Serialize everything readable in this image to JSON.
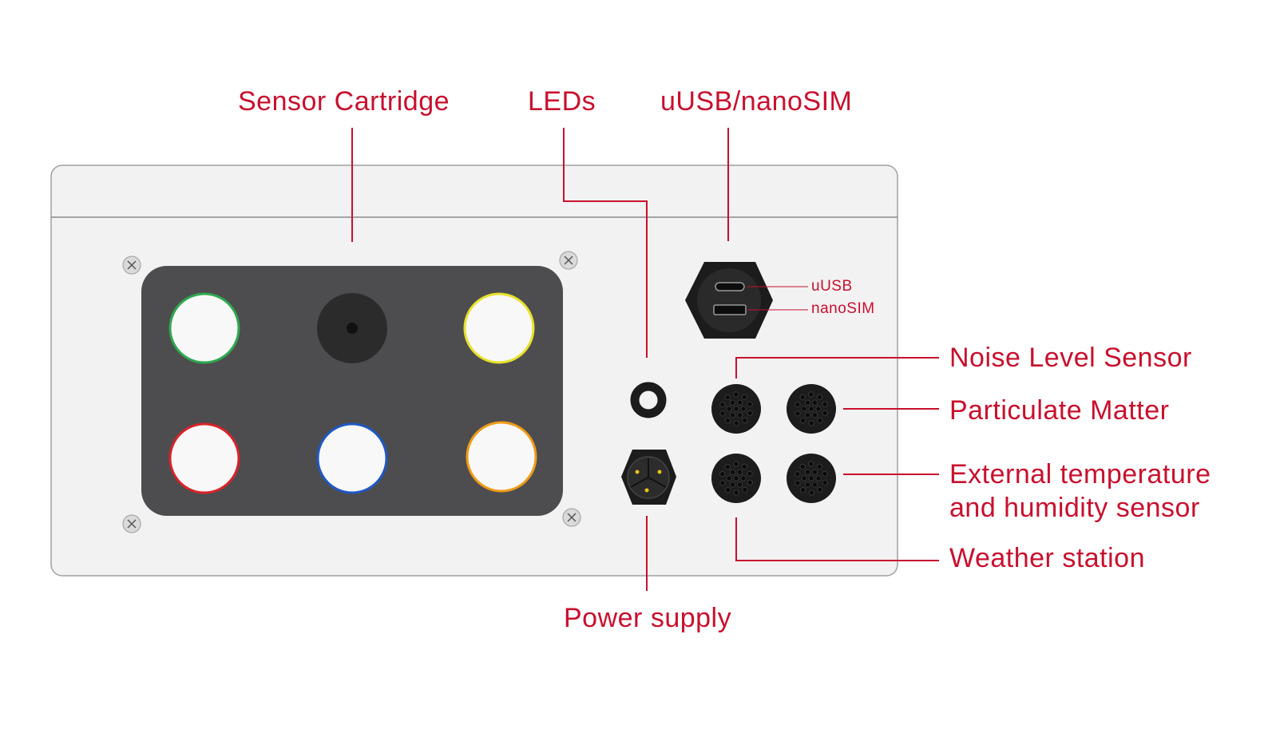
{
  "colors": {
    "accent": "#c8102e",
    "panel": "#f2f2f2",
    "panel_border": "#a0a0a0",
    "cartridge": "#4d4d4f",
    "connector": "#1c1c1c",
    "pin": "#e7c21a",
    "sensor_rings": [
      "#2fa84f",
      "#e8e12a",
      "#d8232a",
      "#1f58c4",
      "#ef9b16"
    ]
  },
  "labels": {
    "sensor_cartridge": "Sensor Cartridge",
    "leds": "LEDs",
    "uusb_nanosim": "uUSB/nanoSIM",
    "uusb": "uUSB",
    "nanosim": "nanoSIM",
    "noise_level_sensor": "Noise Level Sensor",
    "particulate_matter": "Particulate Matter",
    "external_temp_line1": "External temperature",
    "external_temp_line2": "and humidity sensor",
    "weather_station": "Weather station",
    "power_supply": "Power supply"
  }
}
